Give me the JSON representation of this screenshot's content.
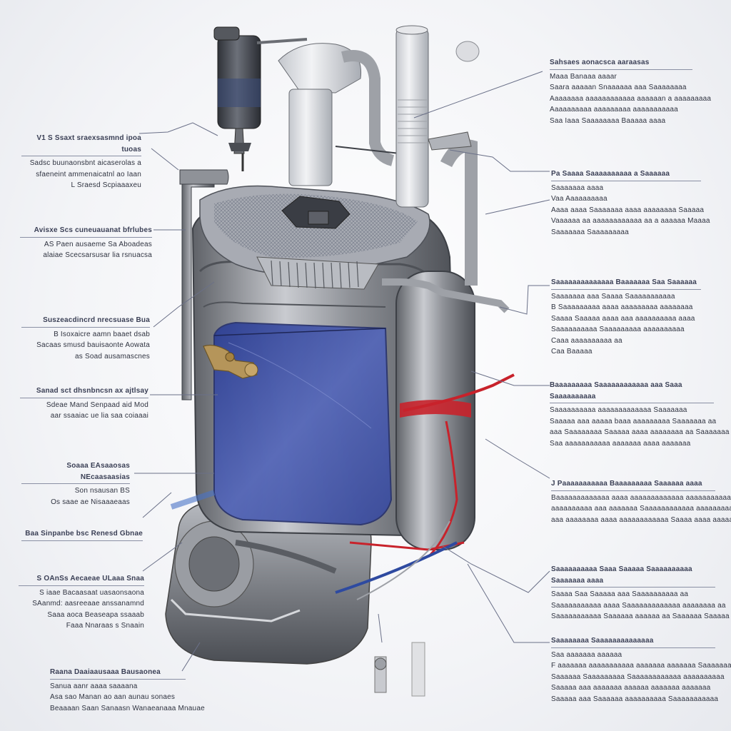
{
  "colors": {
    "tank_body": "#8a8c91",
    "tank_blue": "#3e4f9c",
    "accent_red": "#c8222b",
    "leader_line": "#6a7088",
    "background": "#f2f3f6"
  },
  "callouts_left": [
    {
      "head": "V1 S Ssaxt sraexsasmnd ipoa tuoas",
      "lines": [
        "Sadsc buunaonsbnt aicaserolas a",
        "sfaeneint ammenaicatnl ao Iaan",
        "L Sraesd Scpiaaaxeu"
      ]
    },
    {
      "head": "Avisxe Scs cuneuauanat bfrlubes",
      "lines": [
        "AS Paen ausaeme Sa Aboadeas",
        "alaiae Scecsarsusar lia rsnuacsa"
      ]
    },
    {
      "head": "Suszeacdincrd nrecsuase Bua",
      "lines": [
        "B Isoxaicre aamn baaet dsab",
        "Sacaas smusd bauisaonte Aowata",
        "as Soad ausamascnes"
      ]
    },
    {
      "head": "Sanad sct dhsnbncsn ax ajtlsay",
      "lines": [
        "Sdeae Mand Senpaad aid Mod",
        "aar ssaaiac ue lia saa coiaaai"
      ]
    },
    {
      "head": "Soaaa EAsaaosas NEcaasaasias",
      "lines": [
        "Son nsausan BS",
        "Os saae ae Nisaaaeaas"
      ]
    },
    {
      "head": "Baa Sinpanbe bsc Renesd Gbnae",
      "lines": []
    },
    {
      "head": "S OAnSs Aecaeae ULaaa Snaa",
      "lines": [
        "S iaae Bacaasaat uasaonsaona",
        "SAanmd: aasreeaae anssanamnd",
        "Saaa aoca Beaseapa ssaaab",
        "Faaa Nnaraas s Snaain"
      ]
    },
    {
      "head": "Raana Daaiaausaaa Bausaonea",
      "lines": [
        "Sanua aanr aaaa saaaana",
        "Asa sao Manan ao aan aunau sonaes",
        "Beaaaan Saan Sanaasn Wanaeanaaa Mnauae"
      ]
    }
  ],
  "callouts_right": [
    {
      "head": "Sahsaes aonacsca aaraasas",
      "lines": [
        "Maaa Banaaa aaaar",
        "Saara aaaaan Snaaaaaa aaa Saaaaaaaa",
        "Aaaaaaaa aaaaaaaaaaaa aaaaaan a aaaaaaaaa",
        "Aaaaaaaaaa aaaaaaaaa aaaaaaaaaaa",
        "Saa Iaaa Saaaaaaaa Baaaaa aaaa"
      ]
    },
    {
      "head": "Pa Saaaa Saaaaaaaaaa a Saaaaaa",
      "lines": [
        "Saaaaaaa aaaa",
        "Vaa Aaaaaaaaaa",
        "Aaaa aaaa Saaaaaaa aaaa aaaaaaaa Saaaaa",
        "Vaaaaaa aa aaaaaaaaaaaa aa a aaaaaa Maaaa",
        "Saaaaaaa Saaaaaaaaa"
      ]
    },
    {
      "head": "Saaaaaaaaaaaaaa Baaaaaaa Saa Saaaaaa",
      "lines": [
        "Saaaaaaa aaa Saaaa Saaaaaaaaaaa",
        "B Saaaaaaaaa aaaa aaaaaaaaa aaaaaaaa",
        "Saaaa Saaaaa aaaa aaa aaaaaaaaaa aaaa",
        "Saaaaaaaaaa Saaaaaaaaa aaaaaaaaaa",
        "Caaa aaaaaaaaaa aa",
        "Caa Baaaaa"
      ]
    },
    {
      "head": "Baaaaaaaaa Saaaaaaaaaaaa aaa Saaa Saaaaaaaaaa",
      "lines": [
        "Saaaaaaaaaa aaaaaaaaaaaaa Saaaaaaa",
        "Saaaaa aaa aaaaa baaa aaaaaaaaa Saaaaaaa aa",
        "aaa Saaaaaaaa Saaaaa aaaa aaaaaaaa aa Saaaaaaa",
        "Saa aaaaaaaaaaa aaaaaaa aaaa aaaaaaa"
      ]
    },
    {
      "head": "J Paaaaaaaaaaa Baaaaaaaaa Saaaaaa aaaa",
      "lines": [
        "Baaaaaaaaaaaaa aaaa aaaaaaaaaaaaa aaaaaaaaaaa",
        "aaaaaaaaaa aaa aaaaaaa Saaaaaaaaaaaa aaaaaaaaa",
        "aaa aaaaaaaa aaaa aaaaaaaaaaaa Saaaa aaaa aaaaaa"
      ]
    },
    {
      "head": "Saaaaaaaaaa Saaa Saaaaa Saaaaaaaaaa Saaaaaaa aaaa",
      "lines": [
        "Saaaa Saa Saaaaa aaa Saaaaaaaaaa aa",
        "Saaaaaaaaaaa aaaa Saaaaaaaaaaaaa aaaaaaaa aa",
        "Saaaaaaaaaaa Saaaaaa aaaaaa aa Saaaaaa Saaaaa"
      ]
    },
    {
      "head": "Saaaaaaaa Saaaaaaaaaaaaaa",
      "lines": [
        "Saa aaaaaaa aaaaaa",
        "F aaaaaaa aaaaaaaaaaa aaaaaaa aaaaaaa Saaaaaaaaaaa",
        "Saaaaaa Saaaaaaaaa Saaaaaaaaaaaa aaaaaaaaaa",
        "Saaaaa aaa aaaaaaa aaaaaa aaaaaaa aaaaaaa",
        "Saaaaa aaa Saaaaaa aaaaaaaaaa Saaaaaaaaaaa"
      ]
    }
  ]
}
